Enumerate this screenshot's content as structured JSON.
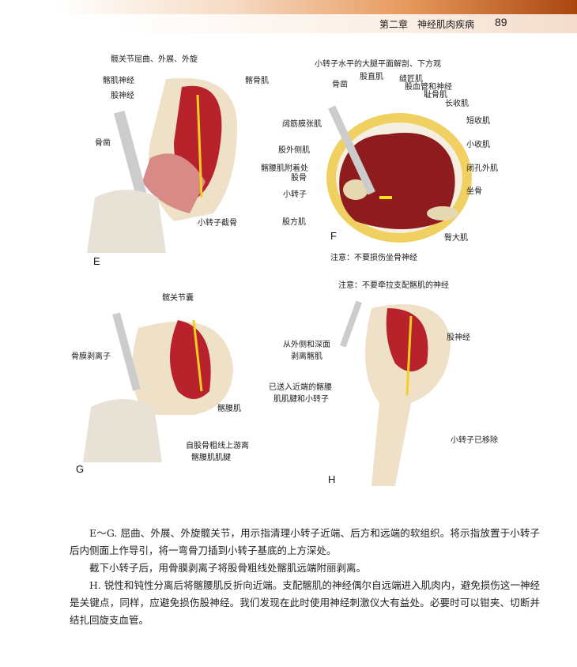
{
  "header": {
    "chapter": "第二章　神经肌肉疾病",
    "page_number": "89"
  },
  "figE": {
    "letter": "E",
    "labels": [
      "髋关节屈曲、外展、外旋",
      "髂肌神经",
      "髂骨肌",
      "股神经",
      "骨凿",
      "小转子截骨"
    ]
  },
  "figF": {
    "letter": "F",
    "title": "小转子水平的大腿平面解剖、下方观",
    "labels": [
      "骨凿",
      "股直肌",
      "缝匠肌",
      "股血管和神经",
      "耻骨肌",
      "长收肌",
      "阔筋膜张肌",
      "短收肌",
      "股外侧肌",
      "小收肌",
      "髂腰肌附着处",
      "股骨",
      "闭孔外肌",
      "小转子",
      "坐骨",
      "股方肌",
      "臀大肌"
    ],
    "note": "注意：不要损伤坐骨神经"
  },
  "figG": {
    "letter": "G",
    "labels": [
      "髋关节囊",
      "骨膜剥离子",
      "髂腰肌",
      "自股骨粗线上游离",
      "髂腰肌肌腱"
    ]
  },
  "figH": {
    "letter": "H",
    "note": "注意：不要牵拉支配髂肌的神经",
    "labels": [
      "股神经",
      "从外侧和深面",
      "剥离髂肌",
      "已送入近端的髂腰",
      "肌肌腱和小转子",
      "小转子已移除"
    ]
  },
  "body": {
    "paragraphs": [
      "E～G. 屈曲、外展、外旋髋关节，用示指清理小转子近端、后方和远端的软组织。将示指放置于小转子后内侧面上作导引，将一弯骨刀插到小转子基底的上方深处。",
      "截下小转子后，用骨膜剥离子将股骨粗线处髂肌远端附丽剥离。",
      "H. 锐性和钝性分离后将髂腰肌反折向近端。支配髂肌的神经偶尔自远端进入肌肉内，避免损伤这一神经是关键点，同样，应避免损伤股神经。我们发现在此时使用神经刺激仪大有益处。必要时可以钳夹、切断并结扎回旋支血管。"
    ]
  }
}
